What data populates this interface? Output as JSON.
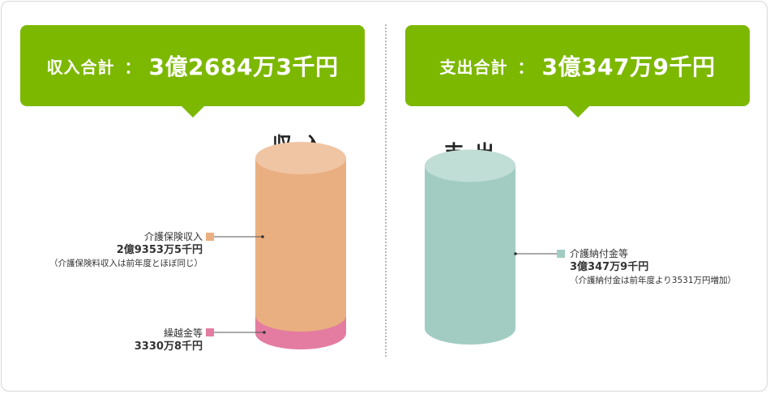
{
  "income": {
    "total_label": "収入合計",
    "colon": "：",
    "total_value": "3億2684万3千円",
    "title": "収入",
    "items": [
      {
        "name": "介護保険収入",
        "amount": "2億9353万5千円",
        "note": "（介護保険料収入は前年度とほぼ同じ）"
      },
      {
        "name": "繰越金等",
        "amount": "3330万8千円",
        "note": ""
      }
    ]
  },
  "expense": {
    "total_label": "支出合計",
    "colon": "：",
    "total_value": "3億347万9千円",
    "title": "支出",
    "items": [
      {
        "name": "介護納付金等",
        "amount": "3億347万9千円",
        "note": "（介護納付金は前年度より3531万円増加）"
      }
    ]
  },
  "colors": {
    "banner_green": "#7cb800",
    "insurance_orange": "#eaaf80",
    "insurance_orange_top": "#f0c5a4",
    "carryover_pink": "#e47ca1",
    "expense_teal": "#a2ccc2",
    "expense_teal_top": "#c0ddd6"
  },
  "chart_data": [
    {
      "type": "bar",
      "stacked": true,
      "title": "収入",
      "categories": [
        "収入"
      ],
      "series": [
        {
          "name": "介護保険収入",
          "values": [
            29353.5
          ],
          "color": "#eaaf80"
        },
        {
          "name": "繰越金等",
          "values": [
            3330.8
          ],
          "color": "#e47ca1"
        }
      ],
      "unit": "万円"
    },
    {
      "type": "bar",
      "stacked": true,
      "title": "支出",
      "categories": [
        "支出"
      ],
      "series": [
        {
          "name": "介護納付金等",
          "values": [
            30347.9
          ],
          "color": "#a2ccc2"
        }
      ],
      "unit": "万円"
    }
  ]
}
